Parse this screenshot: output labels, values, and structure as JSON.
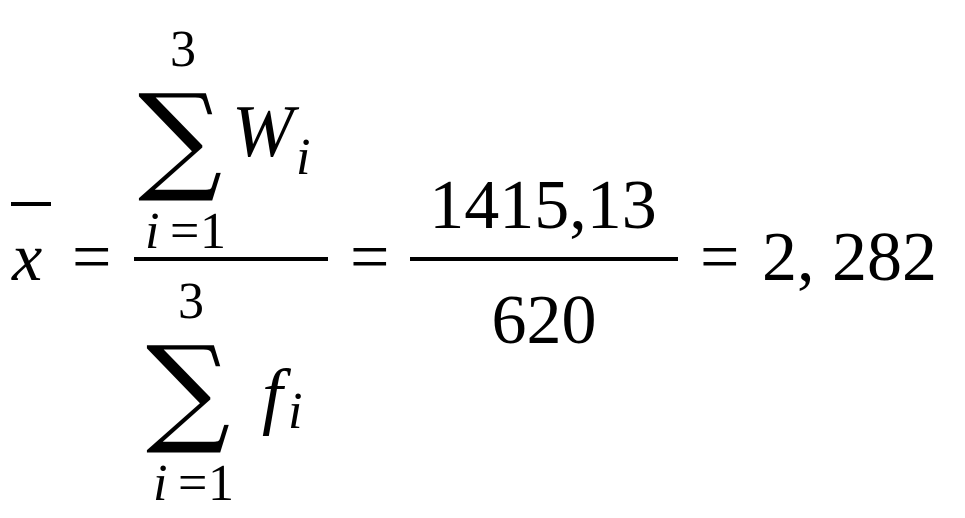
{
  "formula": {
    "lhs_variable": "x",
    "lhs_bar": "_",
    "equals": "=",
    "first_fraction": {
      "numerator": {
        "sum_symbol": "∑",
        "upper_limit": "3",
        "lower_index": "i",
        "lower_equals": "=",
        "lower_start": "1",
        "term": "W",
        "term_subscript": "i"
      },
      "denominator": {
        "sum_symbol": "∑",
        "upper_limit": "3",
        "lower_index": "i",
        "lower_equals": "=",
        "lower_start": "1",
        "term": "f",
        "term_subscript": "i"
      }
    },
    "second_fraction": {
      "numerator": "1415,13",
      "denominator": "620"
    },
    "result": "2, 282"
  }
}
